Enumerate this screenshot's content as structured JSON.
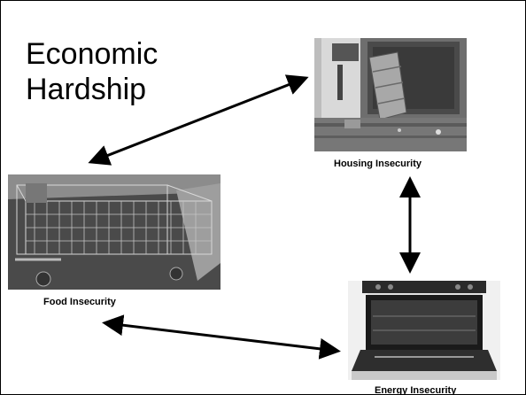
{
  "slide": {
    "title_lines": [
      "Economic",
      "Hardship"
    ]
  },
  "images": {
    "housing": {
      "caption": "Housing Insecurity",
      "icon": "boarded-window-photo"
    },
    "food": {
      "caption": "Food Insecurity",
      "icon": "shopping-cart-photo"
    },
    "energy": {
      "caption": "Energy Insecurity",
      "icon": "oven-photo"
    }
  }
}
